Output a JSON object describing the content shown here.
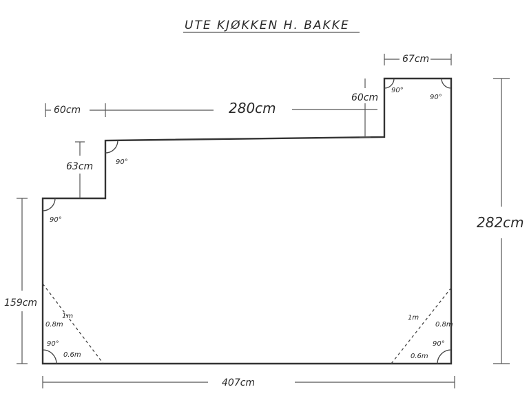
{
  "title": "UTE KJØKKEN   H. BAKKE",
  "dimensions": {
    "top_left_width": "60cm",
    "top_middle_width": "280cm",
    "top_right_width": "67cm",
    "right_step_height": "60cm",
    "left_step_height": "63cm",
    "right_height": "282cm",
    "left_height": "159cm",
    "bottom_width": "407cm"
  },
  "angles": {
    "right_step_inner": "90°",
    "top_right_corner": "90°",
    "left_step_inner": "90°",
    "left_upper_corner": "90°",
    "bottom_left_corner": "90°",
    "bottom_right_corner": "90°"
  },
  "corner_notes": {
    "left_diagonal": "1m",
    "left_vertical": "0.8m",
    "left_horizontal": "0.6m",
    "right_diagonal": "1m",
    "right_vertical": "0.8m",
    "right_horizontal": "0.6m"
  }
}
